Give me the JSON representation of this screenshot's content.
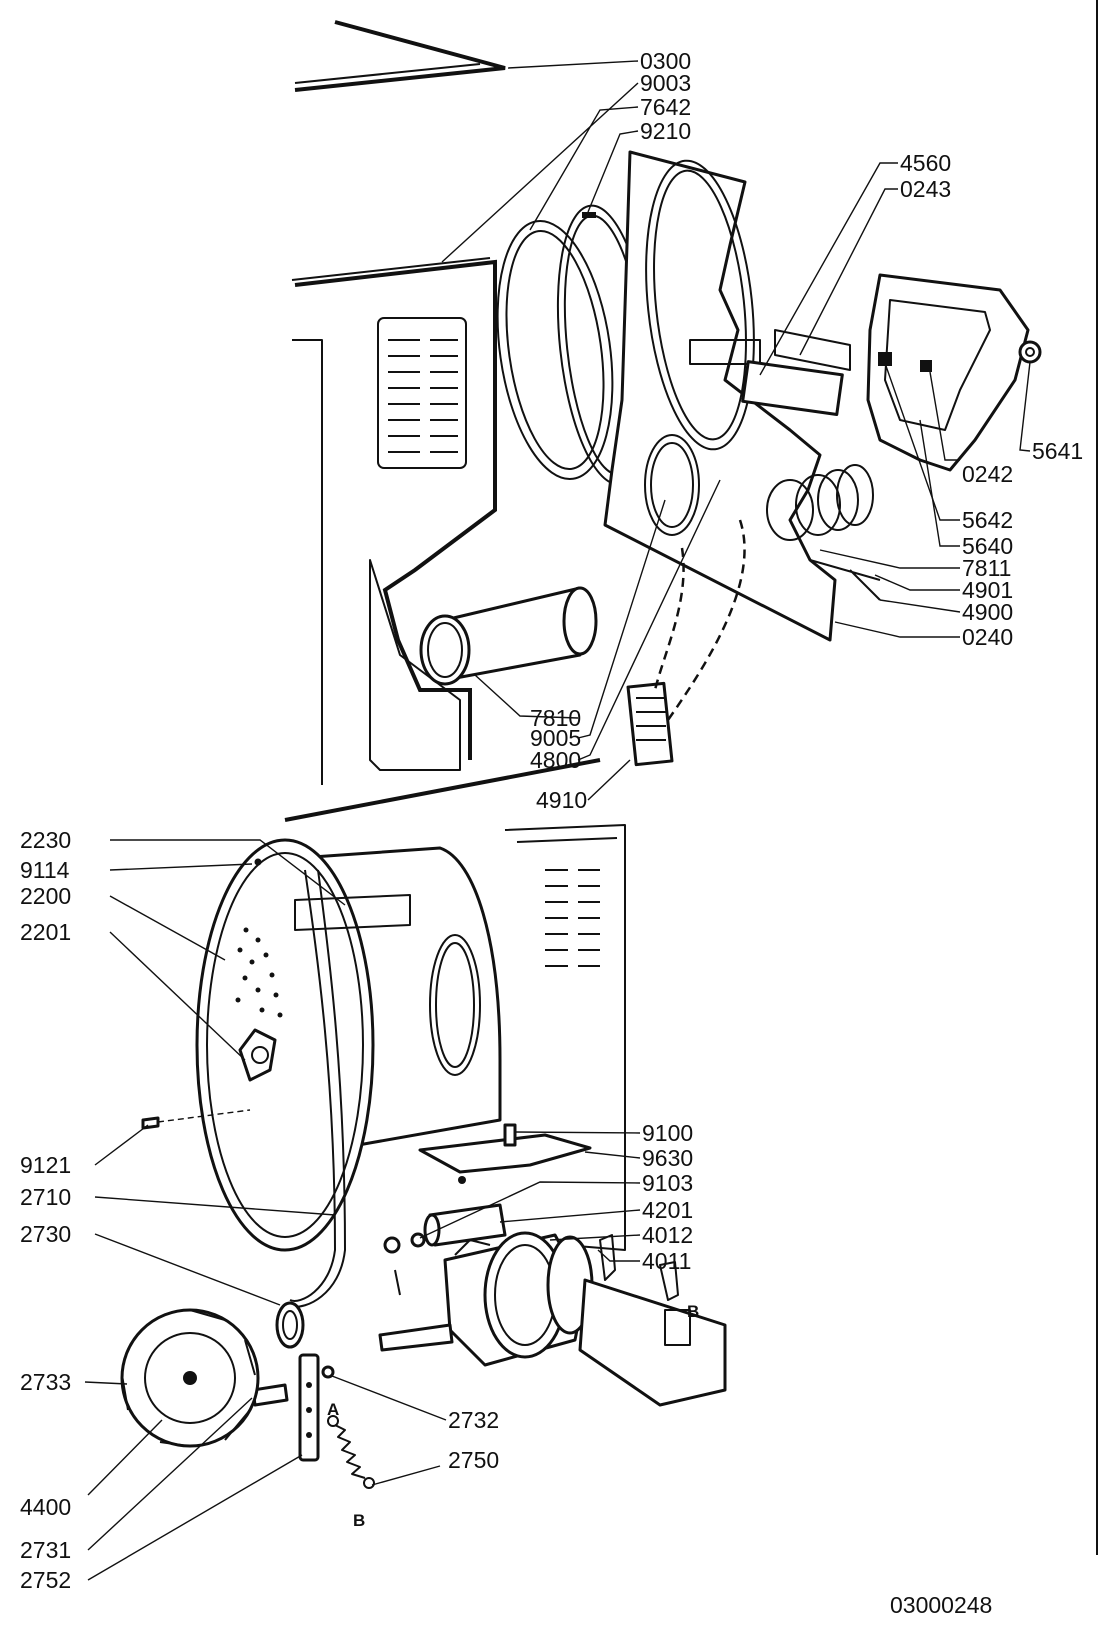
{
  "drawing_number": "03000248",
  "labels": {
    "l0300": "0300",
    "l9003": "9003",
    "l7642": "7642",
    "l9210": "9210",
    "l4560": "4560",
    "l0243": "0243",
    "l5641": "5641",
    "l0242": "0242",
    "l5642": "5642",
    "l5640": "5640",
    "l7811": "7811",
    "l4901": "4901",
    "l4900": "4900",
    "l0240": "0240",
    "l7810": "7810",
    "l9005": "9005",
    "l4800": "4800",
    "l4910": "4910",
    "l2230": "2230",
    "l9114": "9114",
    "l2200": "2200",
    "l2201": "2201",
    "l9121": "9121",
    "l2710": "2710",
    "l2730": "2730",
    "l2733": "2733",
    "l4400": "4400",
    "l2731": "2731",
    "l2752": "2752",
    "l2732": "2732",
    "l2750": "2750",
    "l9100": "9100",
    "l9630": "9630",
    "l9103": "9103",
    "l4201": "4201",
    "l4012": "4012",
    "l4011": "4011"
  },
  "markers": {
    "a": "A",
    "b_spring": "B",
    "b_bracket": "B"
  }
}
